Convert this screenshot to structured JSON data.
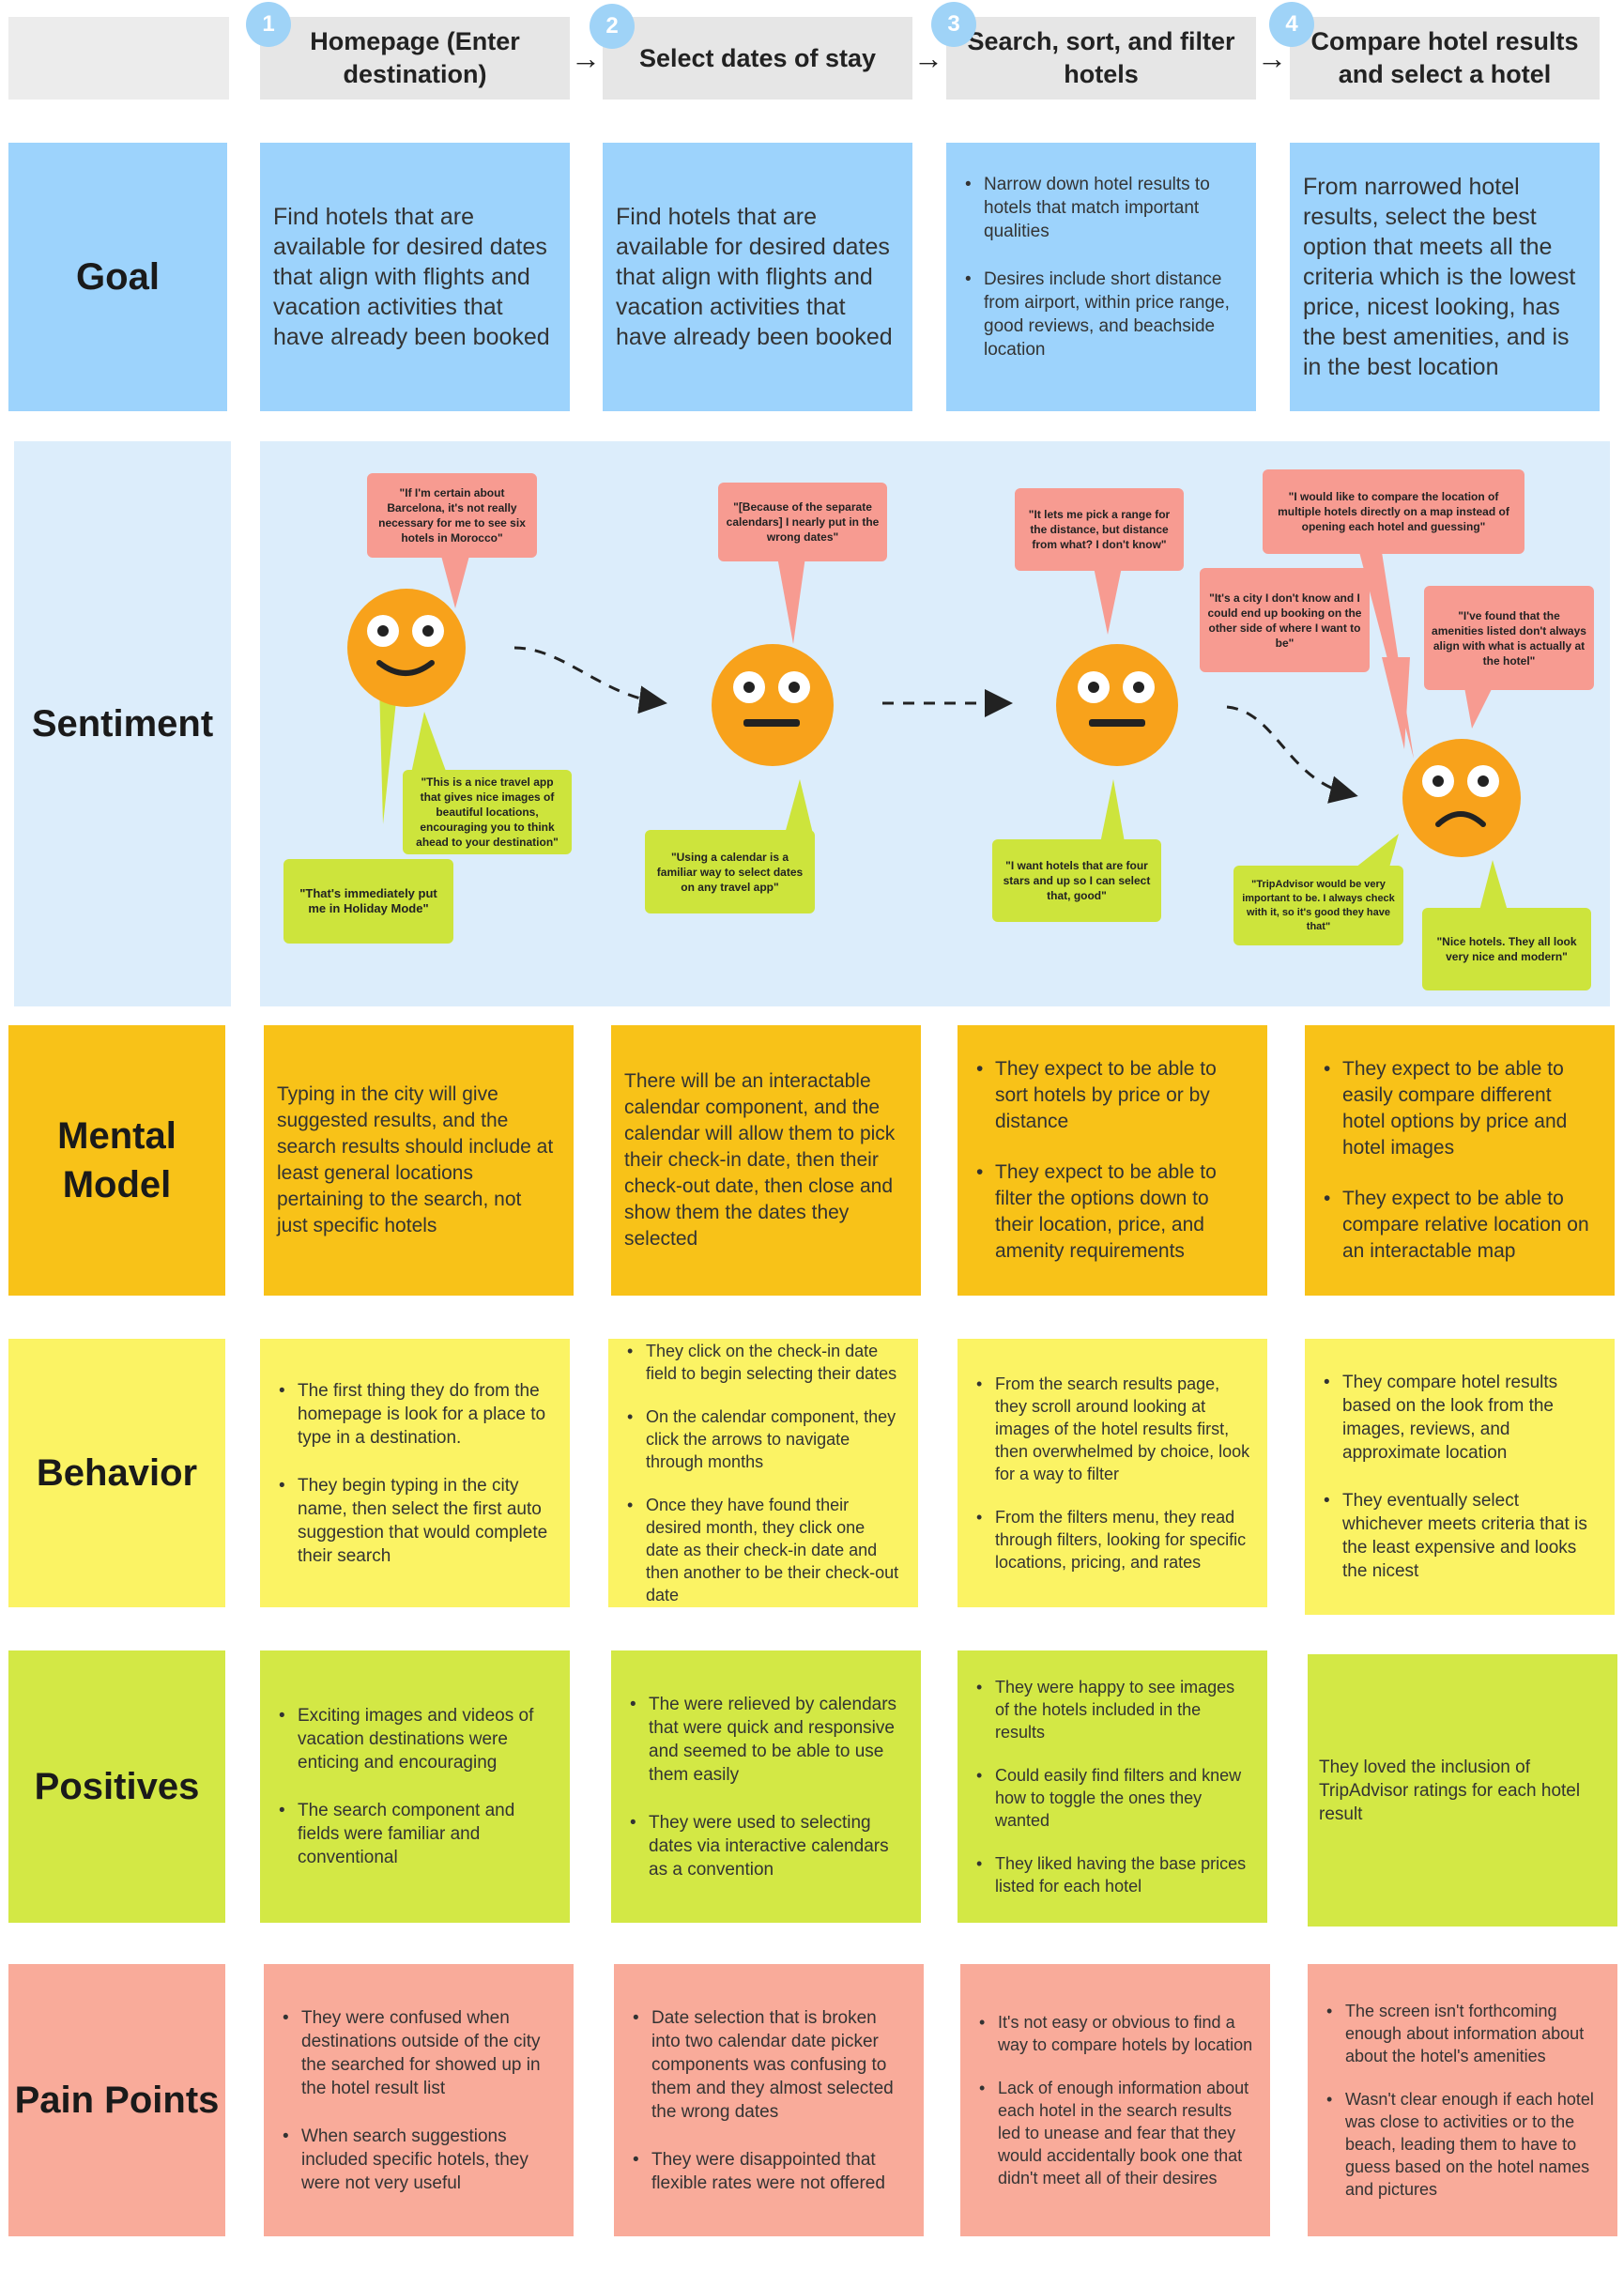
{
  "steps": [
    {
      "number": "1",
      "label": "Homepage (Enter destination)"
    },
    {
      "number": "2",
      "label": "Select dates of stay"
    },
    {
      "number": "3",
      "label": "Search, sort, and filter hotels"
    },
    {
      "number": "4",
      "label": "Compare hotel results and select a hotel"
    }
  ],
  "step_arrow": "→",
  "rows": {
    "goal": {
      "label": "Goal",
      "cells": [
        {
          "text": "Find hotels that are available for desired dates that align with flights and vacation activities that have already been booked"
        },
        {
          "text": "Find hotels that are available for desired dates that align with flights and vacation activities that have already been booked"
        },
        {
          "bullets": [
            "Narrow down hotel results to hotels that match important qualities",
            "Desires include short distance from airport, within price range, good reviews, and beachside location"
          ]
        },
        {
          "text": "From narrowed hotel results, select the best option that meets all the criteria which is the lowest price, nicest looking, has the best amenities, and is in the best location"
        }
      ]
    },
    "sentiment": {
      "label": "Sentiment",
      "quotes": {
        "s1_top": "\"If I'm certain about Barcelona, it's not really necessary for me to see six hotels in Morocco\"",
        "s1_right": "\"This is a nice travel app that gives nice images of beautiful locations, encouraging you to think ahead to your destination\"",
        "s1_bottom": "\"That's immediately put me in Holiday Mode\"",
        "s2_top": "\"[Because of the separate calendars] I nearly put in the wrong dates\"",
        "s2_bottom": "\"Using a calendar is a familiar way to select dates on any travel app\"",
        "s3_top": "\"It lets me pick a range for the distance, but distance from what? I don't know\"",
        "s3_bottom": "\"I want hotels that are four stars and up so I can select that, good\"",
        "s4_top": "\"I would like to compare the location of multiple hotels directly on a map instead of opening each hotel and guessing\"",
        "s4_left": "\"It's a city I don't know and I could end up booking on the other side of where I want to be\"",
        "s4_right": "\"I've found that the amenities listed don't always align with what is actually at the hotel\"",
        "s4_bottom_left": "\"TripAdvisor would be very important to be. I always check with it, so it's good they have that\"",
        "s4_bottom_right": "\"Nice hotels. They all look very nice and modern\""
      }
    },
    "mental_model": {
      "label": "Mental Model",
      "cells": [
        {
          "text": "Typing in the city will give suggested results, and the search results should include at least general locations pertaining to the search, not just specific hotels"
        },
        {
          "text": "There will be an interactable calendar component, and the calendar will allow them to pick their check-in date, then their check-out date, then close and show them the dates they selected"
        },
        {
          "bullets": [
            "They expect to be able to sort hotels by price or by distance",
            "They expect to be able to filter the options down to their location, price, and amenity requirements"
          ]
        },
        {
          "bullets": [
            "They expect to be able to easily compare different hotel options by price and hotel images",
            "They expect to be able to compare relative location on an interactable map"
          ]
        }
      ]
    },
    "behavior": {
      "label": "Behavior",
      "cells": [
        {
          "bullets": [
            "The first thing they do from the homepage is look for a place to type in a destination.",
            "They begin typing in the city name, then select the first auto suggestion that would complete their search"
          ]
        },
        {
          "bullets": [
            "They click on the check-in date field to begin selecting their dates",
            "On the calendar component, they click the arrows to navigate through months",
            "Once they have found their desired month, they click one date as their check-in date and then another to be their check-out date"
          ]
        },
        {
          "bullets": [
            "From the search results page, they scroll around looking at images of the hotel results first, then overwhelmed by choice, look for a way to filter",
            "From the filters menu, they read through filters, looking for specific locations, pricing, and rates"
          ]
        },
        {
          "bullets": [
            "They compare hotel results based on the look from the images, reviews, and approximate location",
            "They eventually select whichever meets criteria that is the least expensive and looks the nicest"
          ]
        }
      ]
    },
    "positives": {
      "label": "Positives",
      "cells": [
        {
          "bullets": [
            "Exciting images and videos of vacation destinations were enticing and encouraging",
            "The search component and fields were familiar and conventional"
          ]
        },
        {
          "bullets": [
            "The were relieved by calendars that were quick and responsive and seemed to be able to use them easily",
            "They were used to selecting dates via interactive calendars as a convention"
          ]
        },
        {
          "bullets": [
            "They were happy to see images of the hotels included in the results",
            "Could easily find filters and knew how to toggle the ones they wanted",
            "They liked having the base prices listed for each hotel"
          ]
        },
        {
          "text": "They loved the inclusion of TripAdvisor ratings for each hotel result"
        }
      ]
    },
    "pain_points": {
      "label": "Pain Points",
      "cells": [
        {
          "bullets": [
            "They were confused when destinations outside of the city the searched for showed up in the hotel result list",
            "When search suggestions included specific hotels, they were not very useful"
          ]
        },
        {
          "bullets": [
            "Date selection that is broken into two calendar date picker components was confusing to them and they almost selected the wrong dates",
            "They were disappointed that flexible rates were not offered"
          ]
        },
        {
          "bullets": [
            "It's not easy or obvious to find a way to compare hotels by location",
            "Lack of enough information about each hotel in the search results led to unease and fear that they would accidentally book one that didn't meet all of their desires"
          ]
        },
        {
          "bullets": [
            "The screen isn't forthcoming enough about information about about the hotel's amenities",
            "Wasn't clear enough if each hotel was close to activities or to the beach, leading them to have to guess based on the hotel names and pictures"
          ]
        }
      ]
    }
  },
  "colors": {
    "goal": "#9dd3fc",
    "sentiment_panel": "#dcedfb",
    "mental_model": "#f8c218",
    "behavior": "#fbf364",
    "positives": "#d3e845",
    "pain_points": "#f9ab9a",
    "step_badge": "#9fd3f7",
    "quote_pink": "#f79b91",
    "quote_green": "#cde43c",
    "face": "#f8a21b"
  },
  "icons": [
    "happy-face-icon",
    "neutral-face-icon",
    "neutral-face-icon",
    "sad-face-icon",
    "dashed-arrow-icon"
  ]
}
